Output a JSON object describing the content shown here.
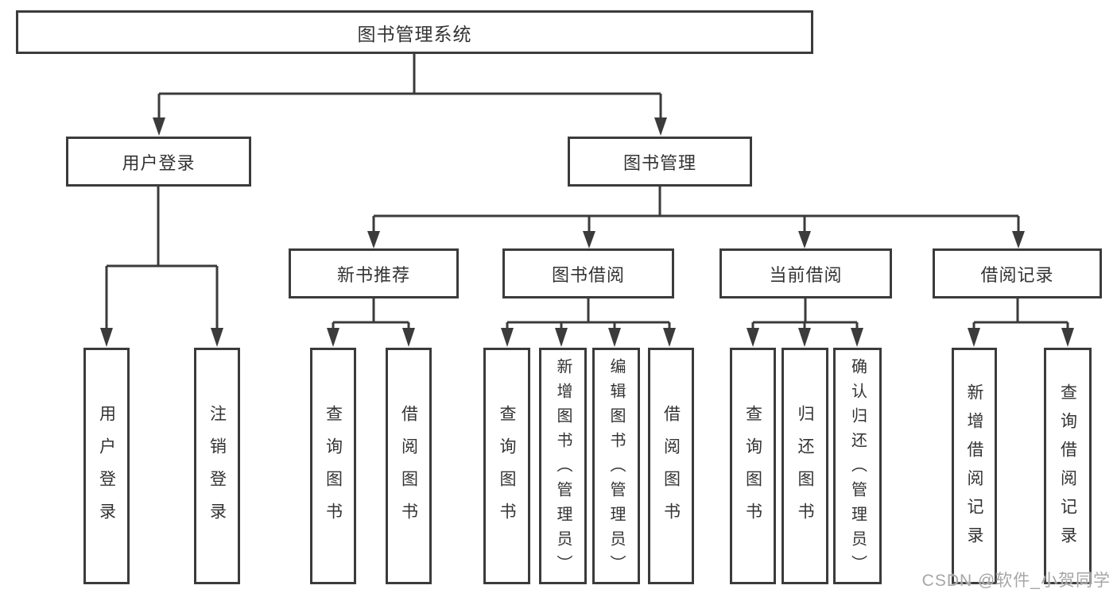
{
  "colors": {
    "line": "#3b3b3b",
    "text": "#333333",
    "watermark": "#a6a6a6",
    "background": "#ffffff"
  },
  "watermark": "CSDN @软件_小贺同学",
  "tree": {
    "root": {
      "label": "图书管理系统",
      "children": [
        {
          "label": "用户登录",
          "children": [
            {
              "label": "用户登录"
            },
            {
              "label": "注销登录"
            }
          ]
        },
        {
          "label": "图书管理",
          "children": [
            {
              "label": "新书推荐",
              "children": [
                {
                  "label": "查询图书"
                },
                {
                  "label": "借阅图书"
                }
              ]
            },
            {
              "label": "图书借阅",
              "children": [
                {
                  "label": "查询图书"
                },
                {
                  "label": "新增图书（管理员）"
                },
                {
                  "label": "编辑图书（管理员）"
                },
                {
                  "label": "借阅图书"
                }
              ]
            },
            {
              "label": "当前借阅",
              "children": [
                {
                  "label": "查询图书"
                },
                {
                  "label": "归还图书"
                },
                {
                  "label": "确认归还（管理员）"
                }
              ]
            },
            {
              "label": "借阅记录",
              "children": [
                {
                  "label": "新增借阅记录"
                },
                {
                  "label": "查询借阅记录"
                }
              ]
            }
          ]
        }
      ]
    }
  }
}
